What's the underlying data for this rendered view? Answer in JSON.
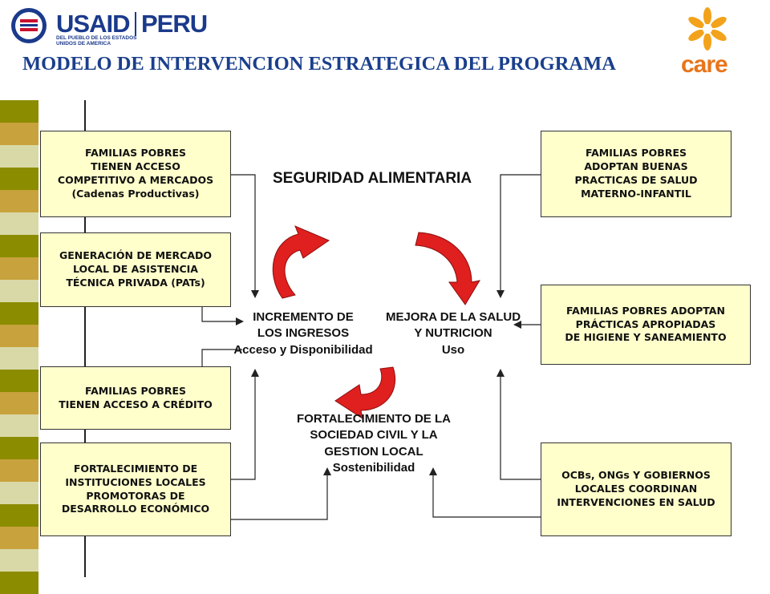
{
  "header": {
    "usaid_logo": "USAID",
    "usaid_country": "PERU",
    "usaid_subtitle": "DEL PUEBLO DE LOS ESTADOS\nUNIDOS DE AMERICA",
    "care_logo": "care",
    "title": "MODELO DE INTERVENCION ESTRATEGICA DEL PROGRAMA",
    "title_color": "#1a3f8c"
  },
  "diagram": {
    "center_title": "SEGURIDAD ALIMENTARIA",
    "nodes": {
      "ingresos": "INCREMENTO DE\nLOS INGRESOS\nAcceso y Disponibilidad",
      "salud": "MEJORA DE LA SALUD\nY NUTRICION\nUso",
      "fortalecimiento": "FORTALECIMIENTO DE LA\nSOCIEDAD CIVIL Y LA\nGESTION LOCAL\nSostenibilidad"
    },
    "left_boxes": [
      {
        "text": "FAMILIAS POBRES\nTIENEN ACCESO\nCOMPETITIVO A  MERCADOS",
        "sub": "(Cadenas Productivas)"
      },
      {
        "text": "GENERACIÓN DE MERCADO\nLOCAL  DE ASISTENCIA\nTÉCNICA PRIVADA (PATs)"
      },
      {
        "text": "FAMILIAS POBRES\nTIENEN ACCESO A CRÉDITO"
      },
      {
        "text": "FORTALECIMIENTO DE\nINSTITUCIONES LOCALES\nPROMOTORAS DE\nDESARROLLO ECONÓMICO"
      }
    ],
    "right_boxes": [
      {
        "text": "FAMILIAS POBRES\nADOPTAN BUENAS\nPRACTICAS DE SALUD\nMATERNO-INFANTIL"
      },
      {
        "text": "FAMILIAS POBRES ADOPTAN\nPRÁCTICAS APROPIADAS\nDE HIGIENE Y SANEAMIENTO"
      },
      {
        "text": "OCBs, ONGs Y GOBIERNOS\nLOCALES COORDINAN\nINTERVENCIONES EN SALUD"
      }
    ],
    "box_fill": "#ffffcc",
    "cycle_arrow_color": "#e01f1f"
  },
  "decor": {
    "stripe_colors": [
      "#8c8c00",
      "#c8a23c",
      "#d9d9a8"
    ]
  }
}
